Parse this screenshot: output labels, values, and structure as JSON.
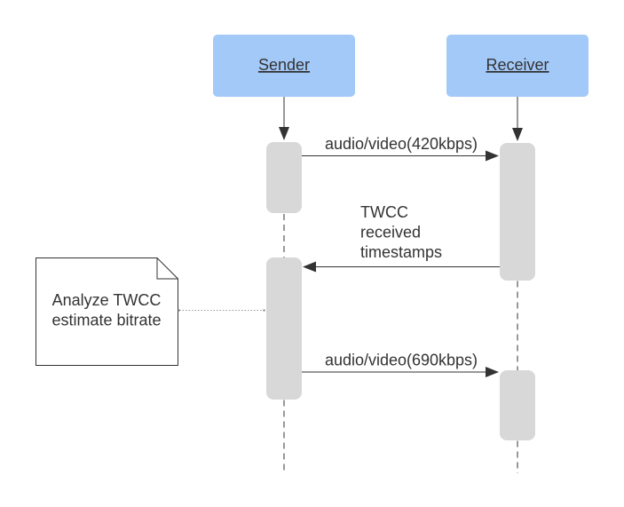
{
  "diagram": {
    "type": "uml-sequence",
    "participants": [
      {
        "id": "sender",
        "label": "Sender"
      },
      {
        "id": "receiver",
        "label": "Receiver"
      }
    ],
    "messages": [
      {
        "label": "audio/video(420kbps)",
        "from": "sender",
        "to": "receiver"
      },
      {
        "label_lines": [
          "TWCC",
          "received",
          "timestamps"
        ],
        "from": "receiver",
        "to": "sender"
      },
      {
        "label": "audio/video(690kbps)",
        "from": "sender",
        "to": "receiver"
      }
    ],
    "note": {
      "lines": [
        "Analyze TWCC",
        "estimate bitrate"
      ],
      "attached_to": "sender"
    },
    "colors": {
      "background": "#ffffff",
      "participant_fill": "#a3c9f8",
      "activation_fill": "#d8d8d8",
      "line": "#333333",
      "text": "#333333",
      "note_fill": "#ffffff",
      "note_border": "#333333",
      "dotted_connector": "#999999"
    }
  }
}
